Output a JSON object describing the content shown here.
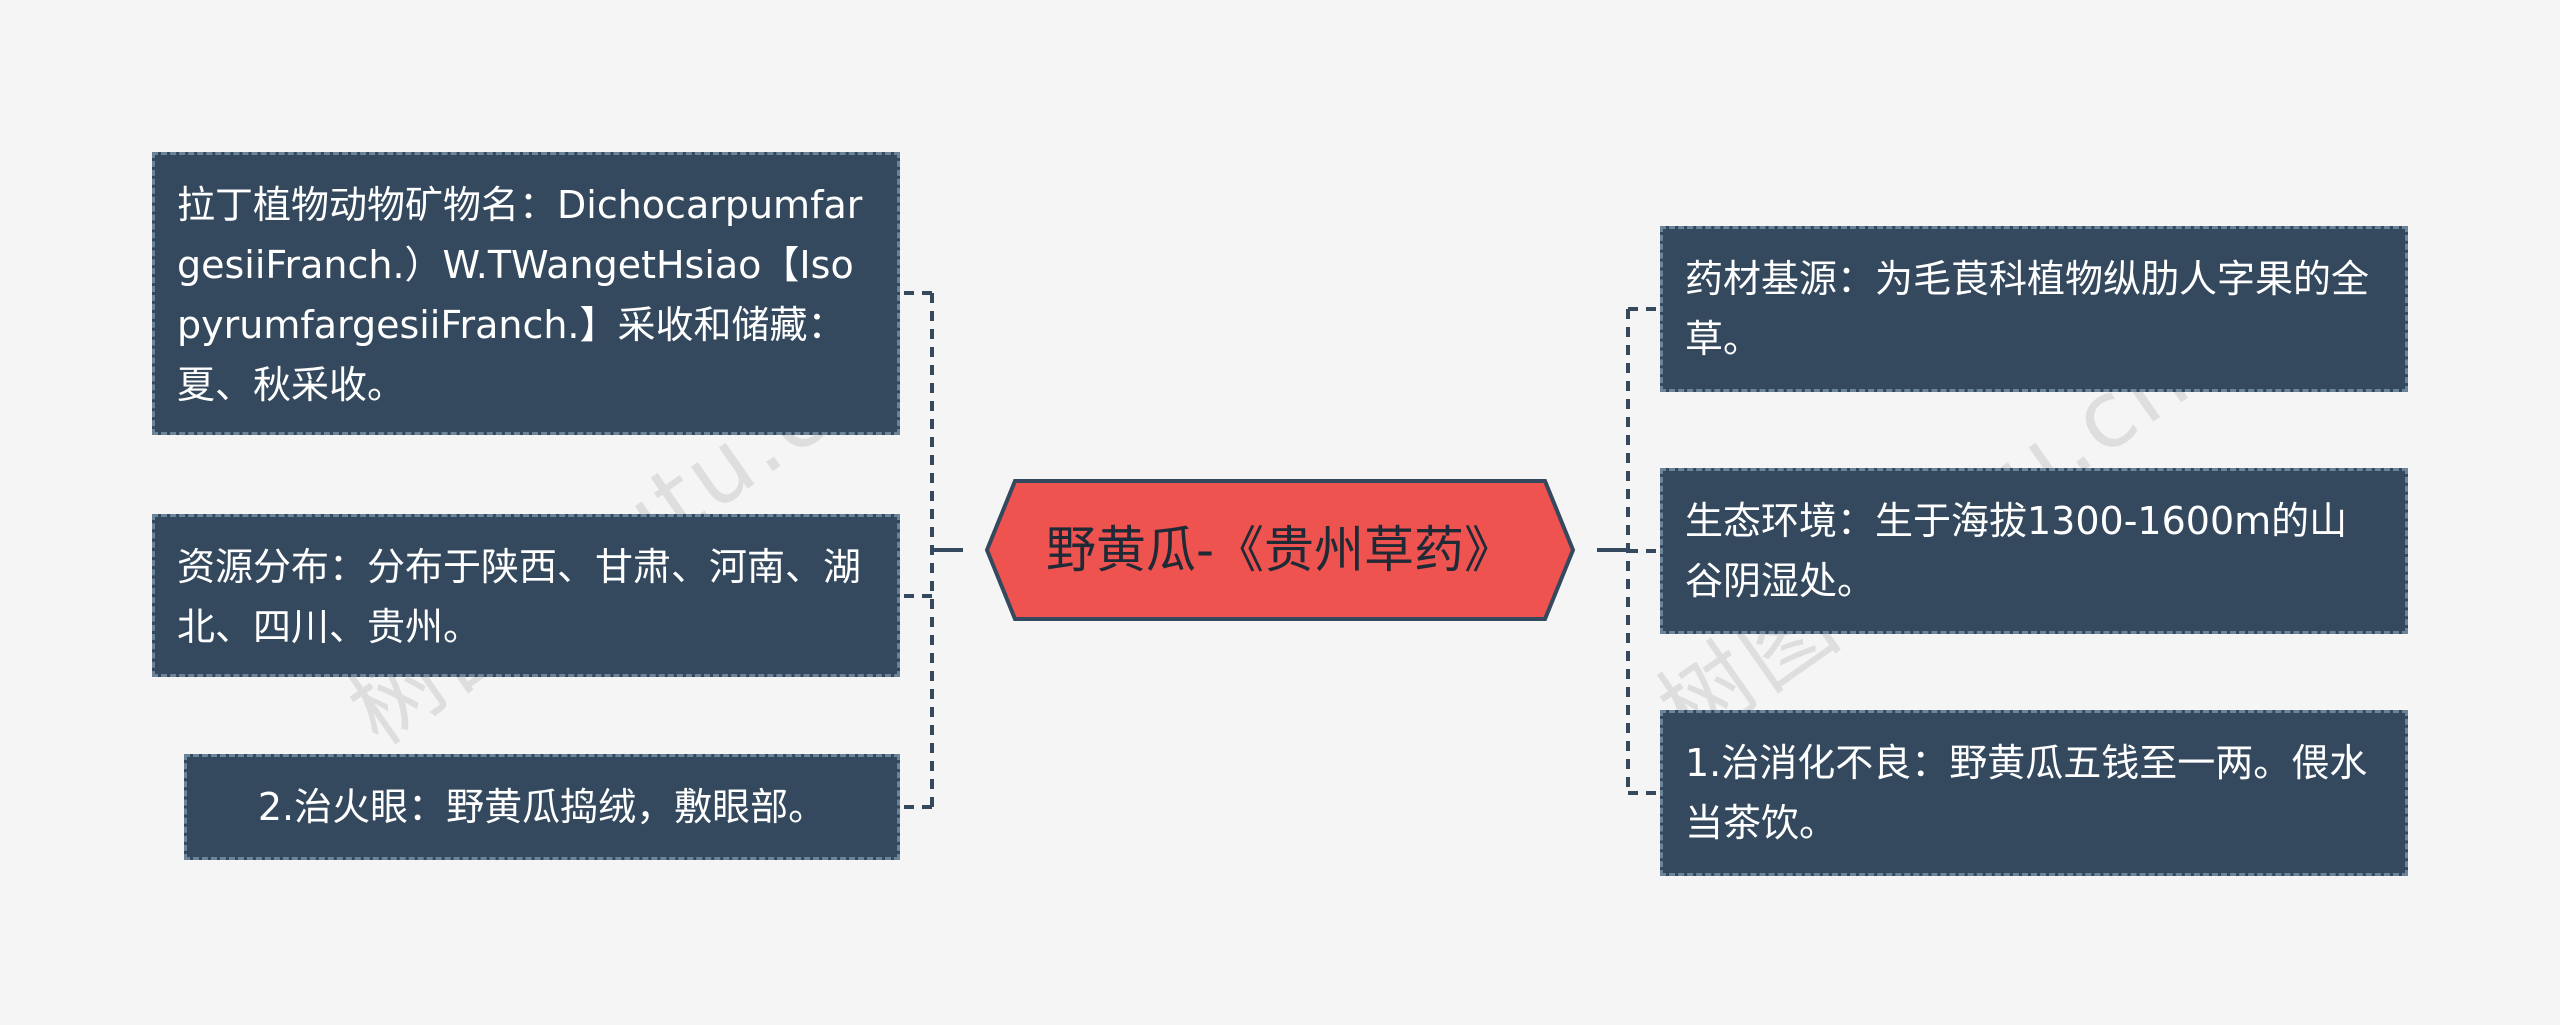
{
  "center": {
    "label": "野黄瓜-《贵州草药》"
  },
  "left_nodes": [
    {
      "id": "latin",
      "text": "拉丁植物动物矿物名：DichocarpumfargesiiFranch.）W.TWangetHsiao【IsopyrumfargesiiFranch.】采收和储藏：夏、秋采收。"
    },
    {
      "id": "dist",
      "text": "资源分布：分布于陕西、甘肃、河南、湖北、四川、贵州。"
    },
    {
      "id": "eye",
      "text": "2.治火眼：野黄瓜捣绒，敷眼部。"
    }
  ],
  "right_nodes": [
    {
      "id": "src",
      "text": "药材基源：为毛茛科植物纵肋人字果的全草。"
    },
    {
      "id": "eco",
      "text": "生态环境：生于海拔1300-1600m的山谷阴湿处。"
    },
    {
      "id": "diges",
      "text": "1.治消化不良：野黄瓜五钱至一两。偎水当茶饮。"
    }
  ],
  "watermark": "树图shutu.cn",
  "colors": {
    "background": "#f5f5f5",
    "node_fill": "#34495e",
    "node_border": "#6c849a",
    "center_fill": "#ef5350",
    "center_border": "#34495e",
    "connector": "#34495e"
  }
}
